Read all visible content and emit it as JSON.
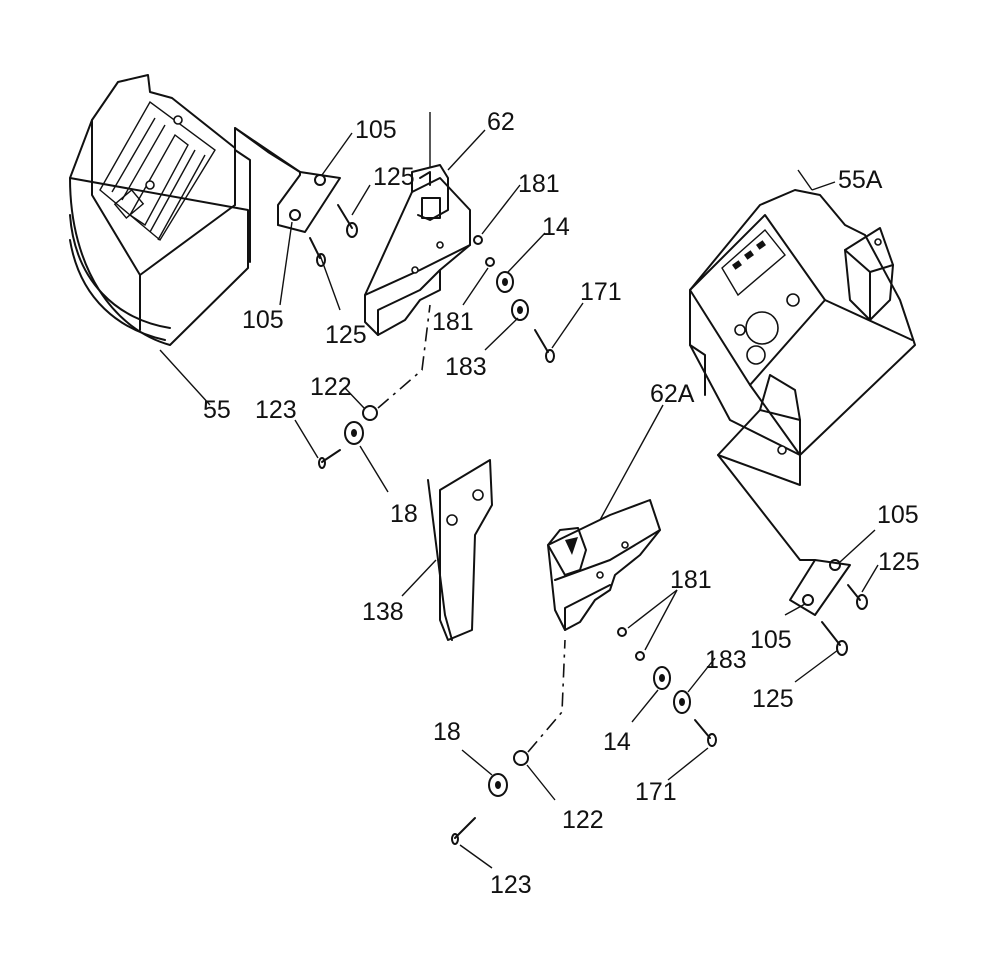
{
  "diagram": {
    "callouts": {
      "c55": "55",
      "c55a": "55A",
      "c62": "62",
      "c62a": "62A",
      "c105a": "105",
      "c105b": "105",
      "c105c": "105",
      "c105d": "105",
      "c125a": "125",
      "c125b": "125",
      "c125c": "125",
      "c125d": "125",
      "c181a": "181",
      "c181b": "181",
      "c181c": "181",
      "c14a": "14",
      "c14b": "14",
      "c171a": "171",
      "c171b": "171",
      "c183a": "183",
      "c183b": "183",
      "c122a": "122",
      "c122b": "122",
      "c123a": "123",
      "c123b": "123",
      "c18a": "18",
      "c18b": "18",
      "c138": "138"
    }
  }
}
